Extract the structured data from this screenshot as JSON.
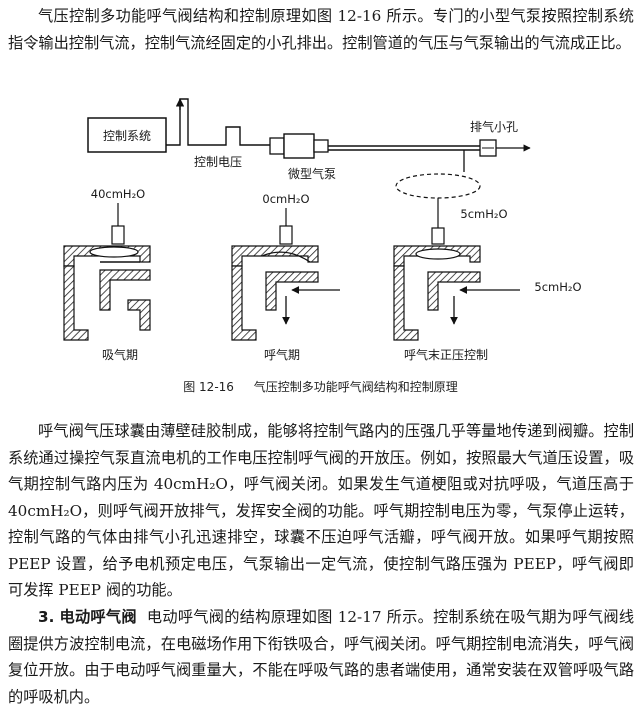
{
  "intro": "气压控制多功能呼气阀结构和控制原理如图 12-16 所示。专门的小型气泵按照控制系统指令输出控制气流，控制气流经固定的小孔排出。控制管道的气压与气泵输出的气流成正比。",
  "figure": {
    "labels": {
      "control_system": "控制系统",
      "control_voltage": "控制电压",
      "micro_pump": "微型气泵",
      "vent_hole": "排气小孔",
      "p40": "40cmH₂O",
      "p0": "0cmH₂O",
      "p5_top": "5cmH₂O",
      "p5_side": "5cmH₂O",
      "inspiration": "吸气期",
      "expiration": "呼气期",
      "peep": "呼气末正压控制"
    },
    "caption_num": "图 12-16",
    "caption_text": "气压控制多功能呼气阀结构和控制原理"
  },
  "body": {
    "para1": "呼气阀气压球囊由薄壁硅胶制成，能够将控制气路内的压强几乎等量地传递到阀瓣。控制系统通过操控气泵直流电机的工作电压控制呼气阀的开放压。例如，按照最大气道压设置，吸气期控制气路内压为 40cmH₂O，呼气阀关闭。如果发生气道梗阻或对抗呼吸，气道压高于 40cmH₂O，则呼气阀开放排气，发挥安全阀的功能。呼气期控制电压为零，气泵停止运转，控制气路的气体由排气小孔迅速排空，球囊不压迫呼气活瓣，呼气阀开放。如果呼气期按照 PEEP 设置，给予电机预定电压，气泵输出一定气流，使控制气路压强为 PEEP，呼气阀即可发挥 PEEP 阀的功能。",
    "section_num": "3.",
    "section_title": "电动呼气阀",
    "para2": "电动呼气阀的结构原理如图 12-17 所示。控制系统在吸气期为呼气阀线圈提供方波控制电流，在电磁场作用下衔铁吸合，呼气阀关闭。呼气期控制电流消失，呼气阀复位开放。由于电动呼气阀重量大，不能在呼吸气路的患者端使用，通常安装在双管呼吸气路的呼吸机内。"
  }
}
